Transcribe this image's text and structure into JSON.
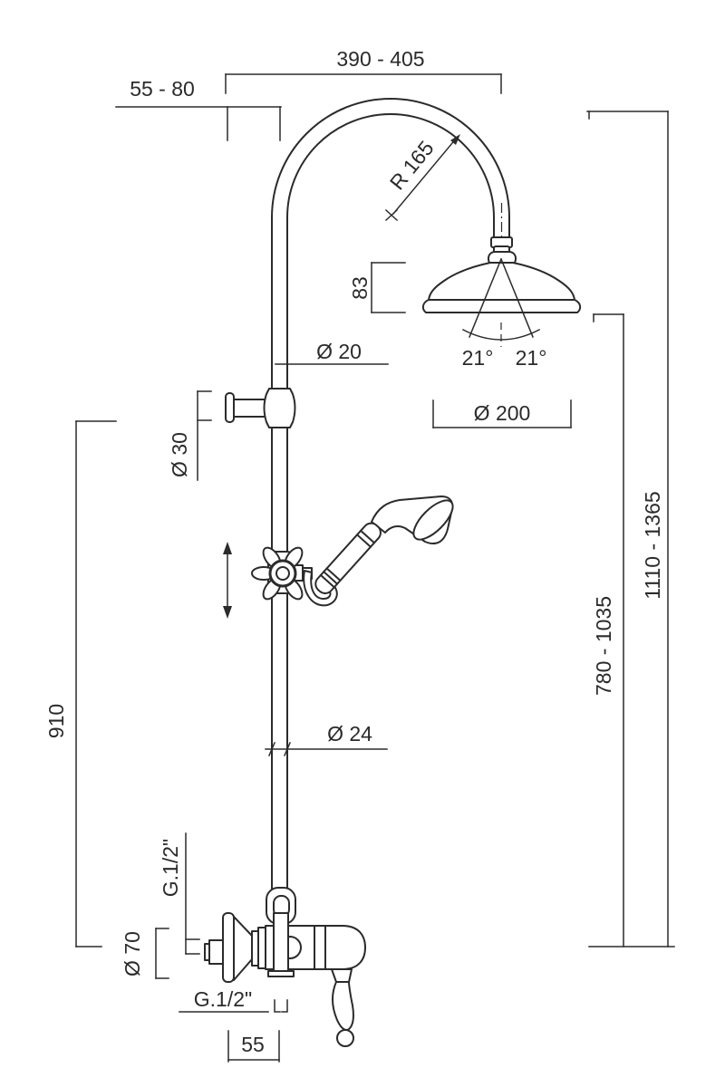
{
  "drawing": {
    "ink_color": "#2b2b2b",
    "background_color": "#ffffff",
    "dimensions": {
      "top_width": "390 - 405",
      "wall_offset": "55 - 80",
      "bend_radius": "R 165",
      "head_height": "83",
      "riser_diameter": "Ø 20",
      "spray_angle_left": "21°",
      "spray_angle_right": "21°",
      "head_diameter": "Ø 200",
      "bracket_diameter": "Ø 30",
      "overall_height": "1110 - 1365",
      "head_to_outlet_height": "780 - 1035",
      "column_height": "910",
      "column_diameter": "Ø 24",
      "top_thread": "G.1/2\"",
      "flange_diameter": "Ø 70",
      "inlet_thread": "G.1/2\"",
      "outlet_offset": "55"
    }
  }
}
